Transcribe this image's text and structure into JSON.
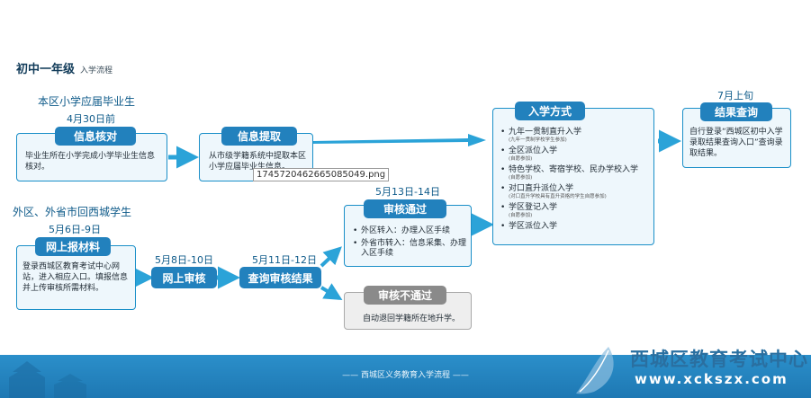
{
  "header": {
    "title": "初中一年级",
    "subtitle": "入学流程"
  },
  "left_top": {
    "heading": "本区小学应届毕业生",
    "date": "4月30日前"
  },
  "info_check": {
    "label": "信息核对",
    "text": "毕业生所在小学完成小学毕业生信息核对。"
  },
  "info_extract": {
    "label": "信息提取",
    "text": "从市级学籍系统中提取本区小学应届毕业生信息。"
  },
  "tooltip": {
    "text": "1745720462665085049.png"
  },
  "left_bottom": {
    "heading": "外区、外省市回西城学生",
    "date": "5月6日-9日"
  },
  "online_signup": {
    "label": "网上报材料",
    "text": "登录西城区教育考试中心网站，进入相应入口。填报信息并上传审核所需材料。"
  },
  "online_review": {
    "label": "网上审核",
    "date": "5月8日-10日"
  },
  "query_review": {
    "label": "查询审核结果",
    "date": "5月11日-12日"
  },
  "review_pass": {
    "date": "5月13日-14日",
    "label": "审核通过",
    "items": [
      "外区转入：办理入区手续",
      "外省市转入：信息采集、办理入区手续"
    ]
  },
  "review_fail": {
    "label": "审核不通过",
    "text": "自动退回学籍所在地升学。"
  },
  "enroll": {
    "label": "入学方式",
    "items": [
      {
        "text": "九年一贯制直升入学",
        "note": "(九年一贯制学校学生参加)"
      },
      {
        "text": "全区派位入学",
        "note": "(自愿参加)"
      },
      {
        "text": "特色学校、寄宿学校、民办学校入学",
        "note": "(自愿参加)"
      },
      {
        "text": "对口直升派位入学",
        "note": "(对口直升学校具有直升资格的学生自愿参加)"
      },
      {
        "text": "学区登记入学",
        "note": "(自愿参加)"
      },
      {
        "text": "学区派位入学",
        "note": ""
      }
    ]
  },
  "result": {
    "date": "7月上旬",
    "label": "结果查询",
    "text": "自行登录“西城区初中入学录取结果查询入口”查询录取结果。"
  },
  "footer": {
    "text": "—— 西城区义务教育入学流程 ——"
  },
  "watermark": {
    "name": "西城区教育考试中心",
    "url": "www.xckszx.com"
  },
  "colors": {
    "accent": "#2281bd",
    "arrow": "#2ba3d8",
    "footer": "#2b8fca"
  }
}
